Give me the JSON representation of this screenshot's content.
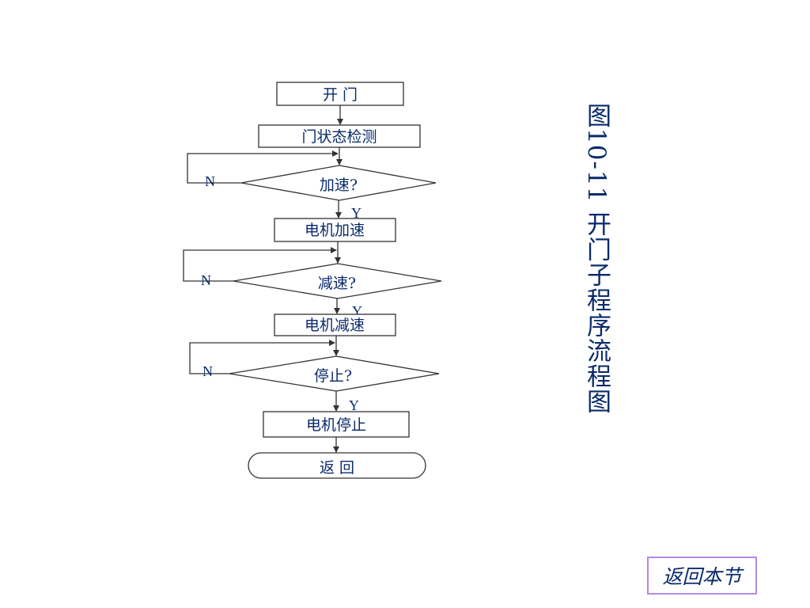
{
  "caption": "图10-11  开门子程序流程图",
  "back_button_label": "返回本节",
  "flowchart": {
    "start_label": "开  门",
    "check_door_label": "门状态检测",
    "decision_accel_label": "加速?",
    "motor_accel_label": "电机加速",
    "decision_decel_label": "减速?",
    "motor_decel_label": "电机减速",
    "decision_stop_label": "停止?",
    "motor_stop_label": "电机停止",
    "end_label": "返  回",
    "yes_label": "Y",
    "no_label": "N"
  },
  "colors": {
    "text": "#0a2a6b",
    "line": "#333333",
    "button_border": "#b08ae6"
  }
}
